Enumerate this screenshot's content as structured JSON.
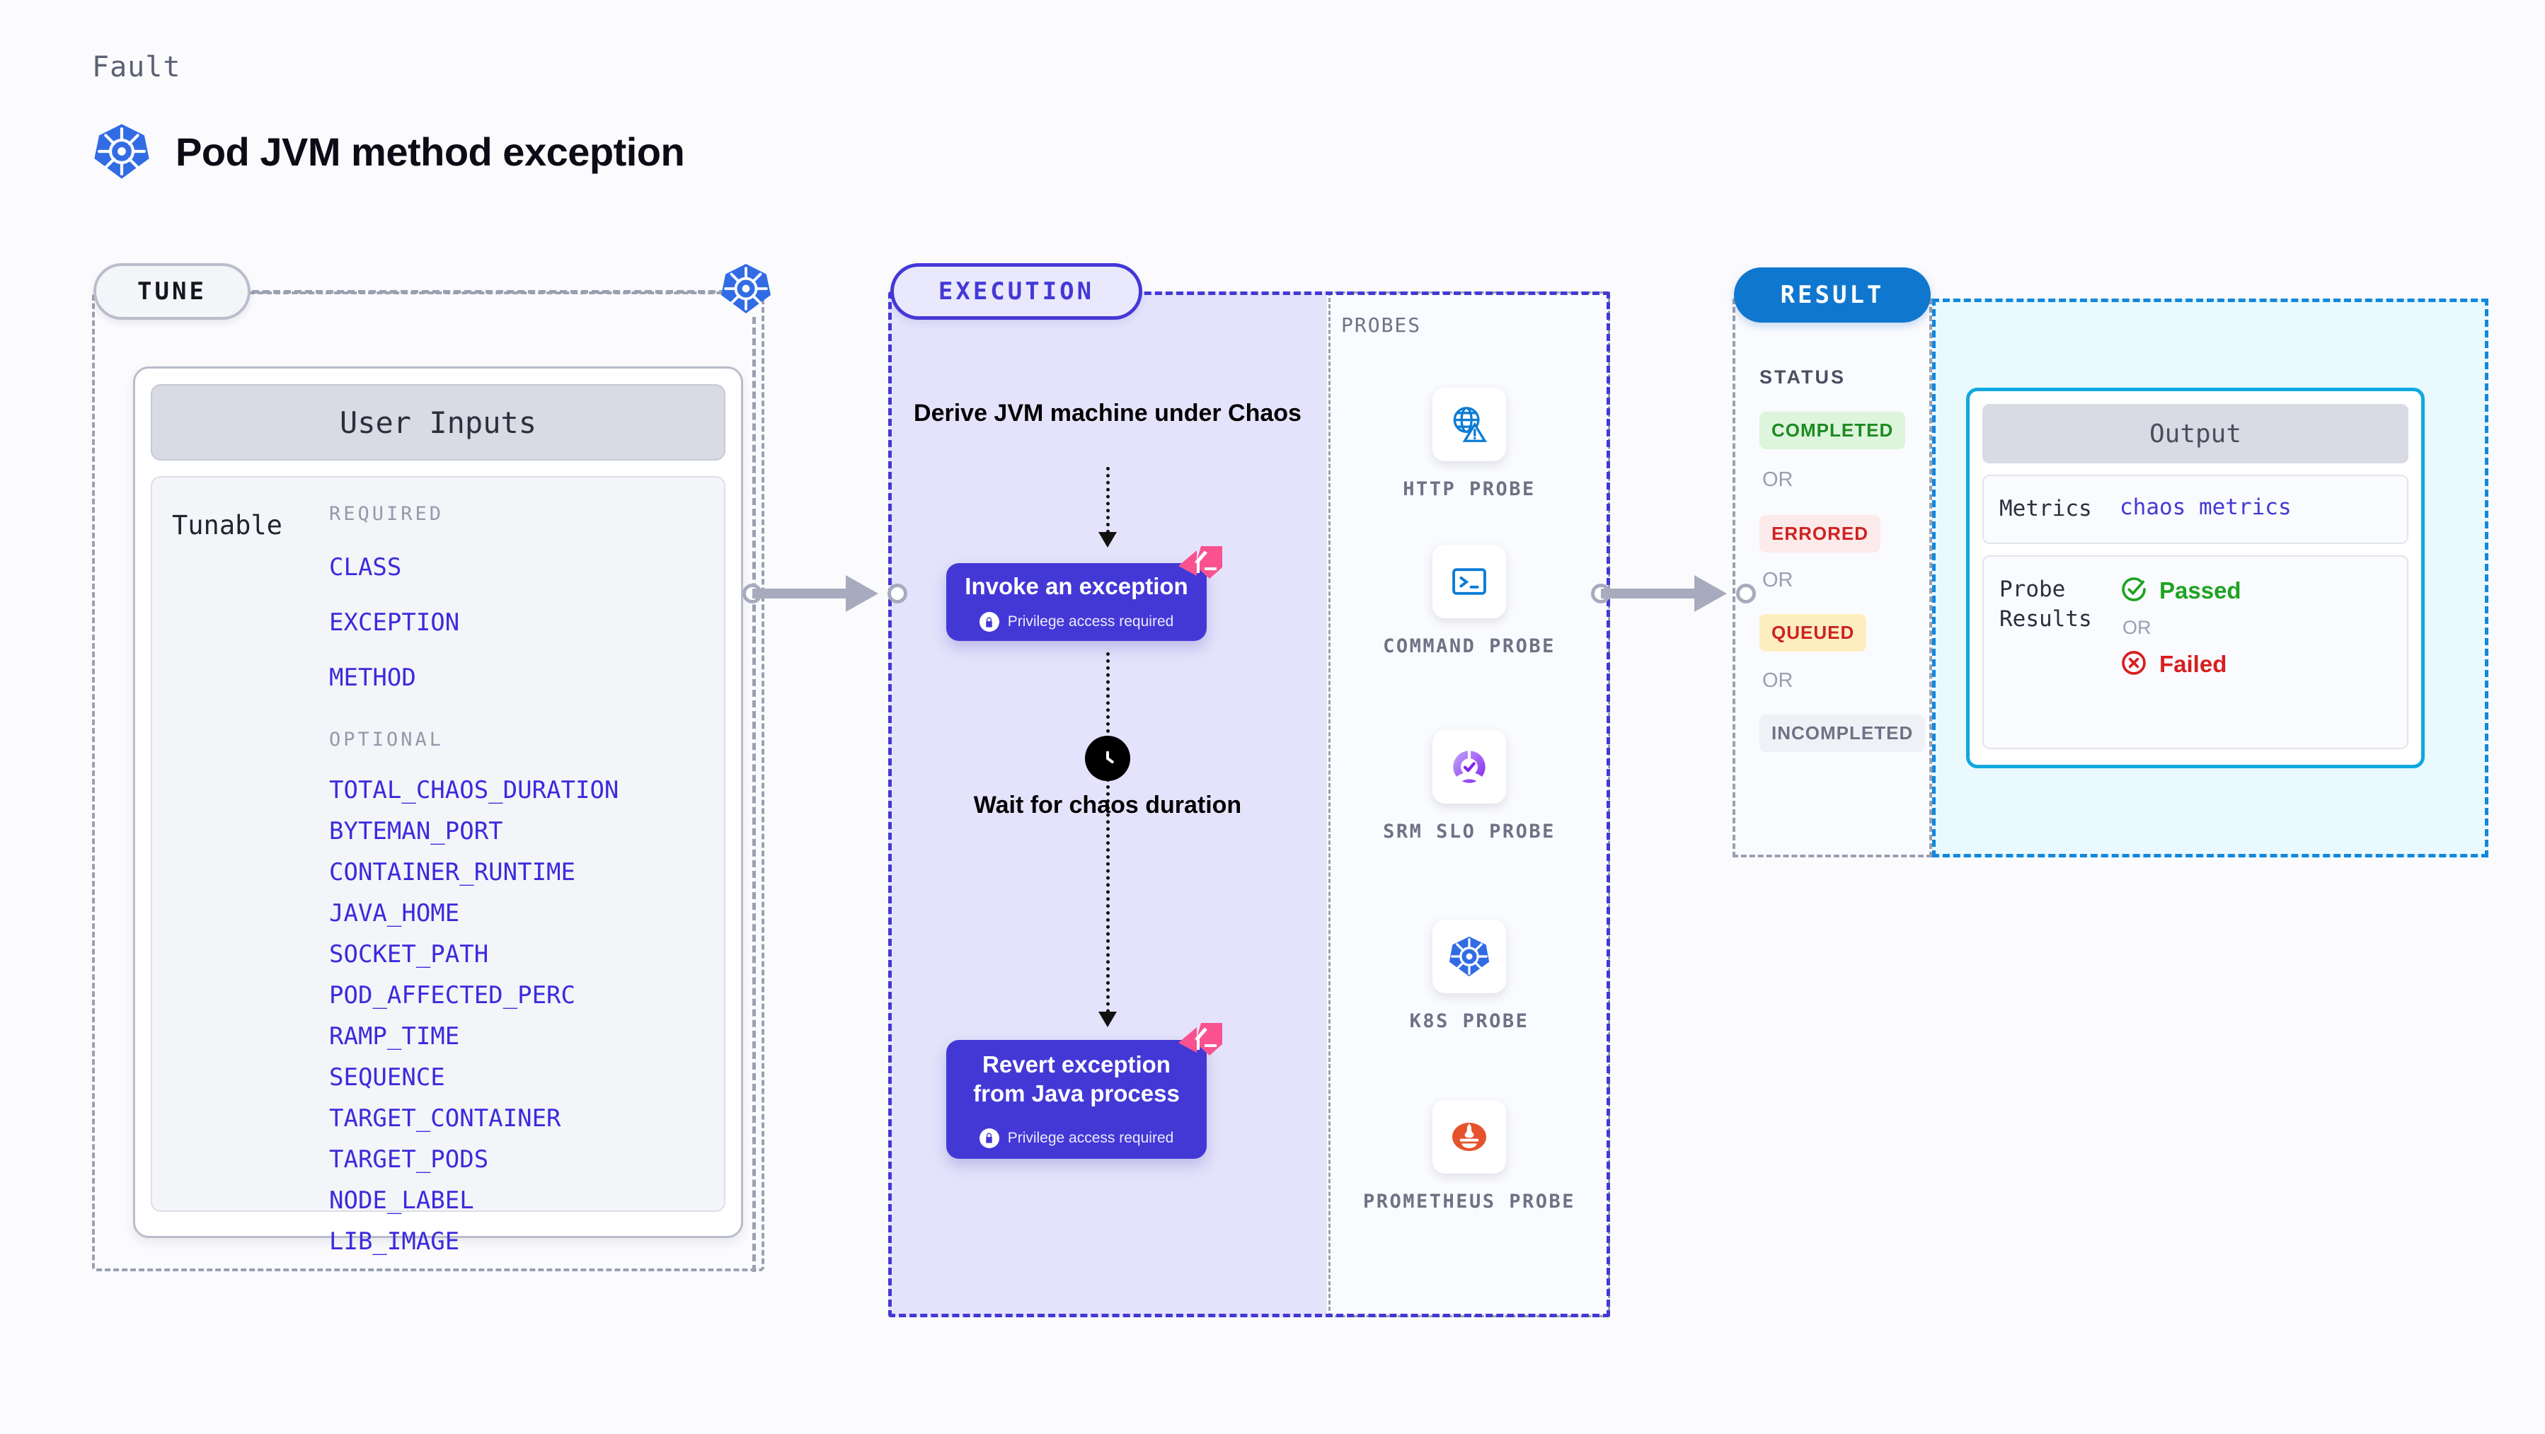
{
  "header": {
    "kicker": "Fault",
    "title": "Pod JVM method exception",
    "icon": "kubernetes-icon"
  },
  "tune": {
    "pill_label": "TUNE",
    "k8s_icon": "kubernetes-icon",
    "card": {
      "title": "User Inputs",
      "row_label": "Tunable",
      "required_label": "REQUIRED",
      "optional_label": "OPTIONAL",
      "required": [
        "CLASS",
        "EXCEPTION",
        "METHOD"
      ],
      "optional": [
        "TOTAL_CHAOS_DURATION",
        "BYTEMAN_PORT",
        "CONTAINER_RUNTIME",
        "JAVA_HOME",
        "SOCKET_PATH",
        "POD_AFFECTED_PERC",
        "RAMP_TIME",
        "SEQUENCE",
        "TARGET_CONTAINER",
        "TARGET_PODS",
        "NODE_LABEL",
        "LIB_IMAGE"
      ]
    }
  },
  "execution": {
    "pill_label": "EXECUTION",
    "steps": {
      "derive": "Derive JVM machine under Chaos",
      "invoke_title": "Invoke an exception",
      "invoke_sub": "Privilege access required",
      "wait": "Wait for chaos duration",
      "revert_title": "Revert exception from Java process",
      "revert_sub": "Privilege access required"
    },
    "icons": {
      "chaos_tag": "harness-chaos-icon",
      "clock": "clock-icon",
      "lock": "lock-icon"
    }
  },
  "probes": {
    "label": "PROBES",
    "items": [
      {
        "name": "HTTP PROBE",
        "icon": "globe-warning-icon"
      },
      {
        "name": "COMMAND PROBE",
        "icon": "terminal-icon"
      },
      {
        "name": "SRM SLO PROBE",
        "icon": "slo-check-icon"
      },
      {
        "name": "K8S PROBE",
        "icon": "kubernetes-icon"
      },
      {
        "name": "PROMETHEUS PROBE",
        "icon": "prometheus-icon"
      }
    ]
  },
  "result": {
    "pill_label": "RESULT",
    "status_label": "STATUS",
    "or_label": "OR",
    "statuses": [
      {
        "label": "COMPLETED",
        "color": "#1d8a22",
        "bg": "#dcf5dc"
      },
      {
        "label": "ERRORED",
        "color": "#cf2222",
        "bg": "#fdeaea"
      },
      {
        "label": "QUEUED",
        "color": "#cf2222",
        "bg": "#fdeec0"
      },
      {
        "label": "INCOMPLETED",
        "color": "#6e7285",
        "bg": "#f0f1f6"
      }
    ],
    "output": {
      "title": "Output",
      "metrics_key": "Metrics",
      "metrics_value": "chaos metrics",
      "probe_results_key": "Probe Results",
      "passed_label": "Passed",
      "failed_label": "Failed",
      "or_label": "OR",
      "passed_icon": "check-circle-icon",
      "failed_icon": "x-circle-icon",
      "passed_color": "#1da321",
      "failed_color": "#d81e1e"
    }
  },
  "colors": {
    "accent_purple": "#4338d6",
    "k8s_blue": "#326ce5",
    "result_blue": "#1077cf",
    "output_cyan": "#11a8e0",
    "chaos_pink": "#f9528f"
  }
}
